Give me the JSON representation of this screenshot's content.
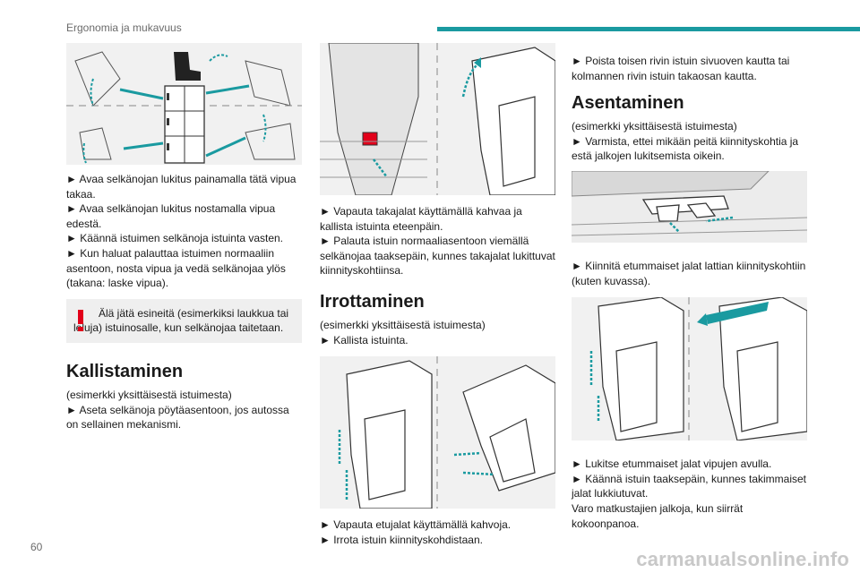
{
  "header": {
    "title": "Ergonomia ja mukavuus",
    "accent_color": "#1a9aa0"
  },
  "column1": {
    "instructions": [
      "► Avaa selkänojan lukitus painamalla tätä vipua takaa.",
      "► Avaa selkänojan lukitus nostamalla vipua edestä.",
      "► Käännä istuimen selkänoja istuinta vasten.",
      "► Kun haluat palauttaa istuimen normaaliin asentoon, nosta vipua ja vedä selkänojaa ylös (takana: laske vipua)."
    ],
    "warning": "Älä jätä esineitä (esimerkiksi laukkua tai leluja) istuinosalle, kun selkänojaa taitetaan.",
    "section_title": "Kallistaminen",
    "section_sub": "(esimerkki yksittäisestä istuimesta)",
    "section_step": "► Aseta selkänoja pöytäasentoon, jos autossa on sellainen mekanismi."
  },
  "column2": {
    "instructions_top": [
      "► Vapauta takajalat käyttämällä kahvaa ja kallista istuinta eteenpäin.",
      "► Palauta istuin normaaliasentoon viemällä selkänojaa taaksepäin, kunnes takajalat lukittuvat kiinnityskohtiinsa."
    ],
    "section_title": "Irrottaminen",
    "section_sub": "(esimerkki yksittäisestä istuimesta)",
    "section_step": "► Kallista istuinta.",
    "instructions_bottom": [
      "► Vapauta etujalat käyttämällä kahvoja.",
      "► Irrota istuin kiinnityskohdistaan."
    ]
  },
  "column3": {
    "intro": "► Poista toisen rivin istuin sivuoven kautta tai kolmannen rivin istuin takaosan kautta.",
    "section_title": "Asentaminen",
    "section_sub": "(esimerkki yksittäisestä istuimesta)",
    "section_step": "► Varmista, ettei mikään peitä kiinnityskohtia ja estä jalkojen lukitsemista oikein.",
    "instructions_mid": [
      "► Kiinnitä etummaiset jalat lattian kiinnityskohtiin (kuten kuvassa)."
    ],
    "instructions_bottom": [
      "► Lukitse etummaiset jalat vipujen avulla.",
      "► Käännä istuin taaksepäin, kunnes takimmaiset jalat lukkiutuvat.",
      "Varo matkustajien jalkoja, kun siirrät kokoonpanoa."
    ]
  },
  "footer": {
    "page_number": "60",
    "watermark": "carmanualsonline.info"
  },
  "colors": {
    "accent": "#1a9aa0",
    "warning_red": "#e2001a",
    "illustration_bg": "#f1f1f1"
  }
}
